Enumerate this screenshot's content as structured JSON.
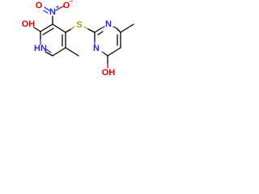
{
  "atoms": {
    "o_hydroxy_pyridine": {
      "text": "OH",
      "color": "#e00000"
    },
    "n_pyridine": {
      "text": "HN",
      "color": "#2a2ad8"
    },
    "n_nitro": {
      "text": "N",
      "color": "#2a2ad8"
    },
    "n_nitro_charge": {
      "text": "+",
      "color": "#2a2ad8"
    },
    "o_nitro_single": {
      "text": "O",
      "color": "#e00000"
    },
    "o_nitro_single_charge": {
      "text": "−",
      "color": "#e00000"
    },
    "o_nitro_double": {
      "text": "O",
      "color": "#e00000"
    },
    "s_bridge": {
      "text": "S",
      "color": "#a8a000"
    },
    "n_pyrimidine_1": {
      "text": "N",
      "color": "#2a2ad8"
    },
    "n_pyrimidine_2": {
      "text": "N",
      "color": "#2a2ad8"
    },
    "o_hydroxy_pyrimidine": {
      "text": "OH",
      "color": "#e00000"
    }
  },
  "colors": {
    "carbon_bond": "#000000",
    "nitrogen": "#2a2ad8",
    "oxygen": "#e00000",
    "sulfur": "#a8a000",
    "background": "#ffffff"
  }
}
